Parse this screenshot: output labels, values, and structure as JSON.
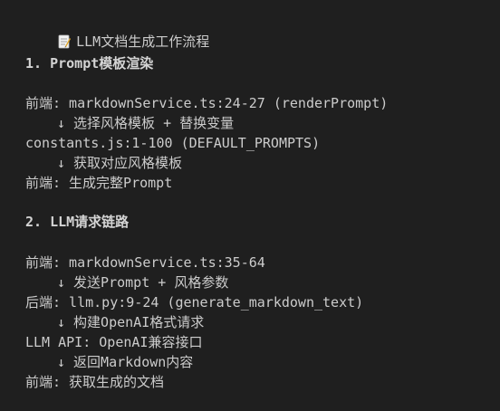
{
  "doc": {
    "title": "LLM文档生成工作流程",
    "section1": {
      "heading": "1. Prompt模板渲染",
      "lines": [
        "前端: markdownService.ts:24-27 (renderPrompt)",
        "↓ 选择风格模板 + 替换变量",
        "constants.js:1-100 (DEFAULT_PROMPTS)",
        "↓ 获取对应风格模板",
        "前端: 生成完整Prompt"
      ]
    },
    "section2": {
      "heading": "2. LLM请求链路",
      "lines": [
        "前端: markdownService.ts:35-64",
        "↓ 发送Prompt + 风格参数",
        "后端: llm.py:9-24 (generate_markdown_text)",
        "↓ 构建OpenAI格式请求",
        "LLM API: OpenAI兼容接口",
        "↓ 返回Markdown内容",
        "前端: 获取生成的文档"
      ]
    }
  }
}
